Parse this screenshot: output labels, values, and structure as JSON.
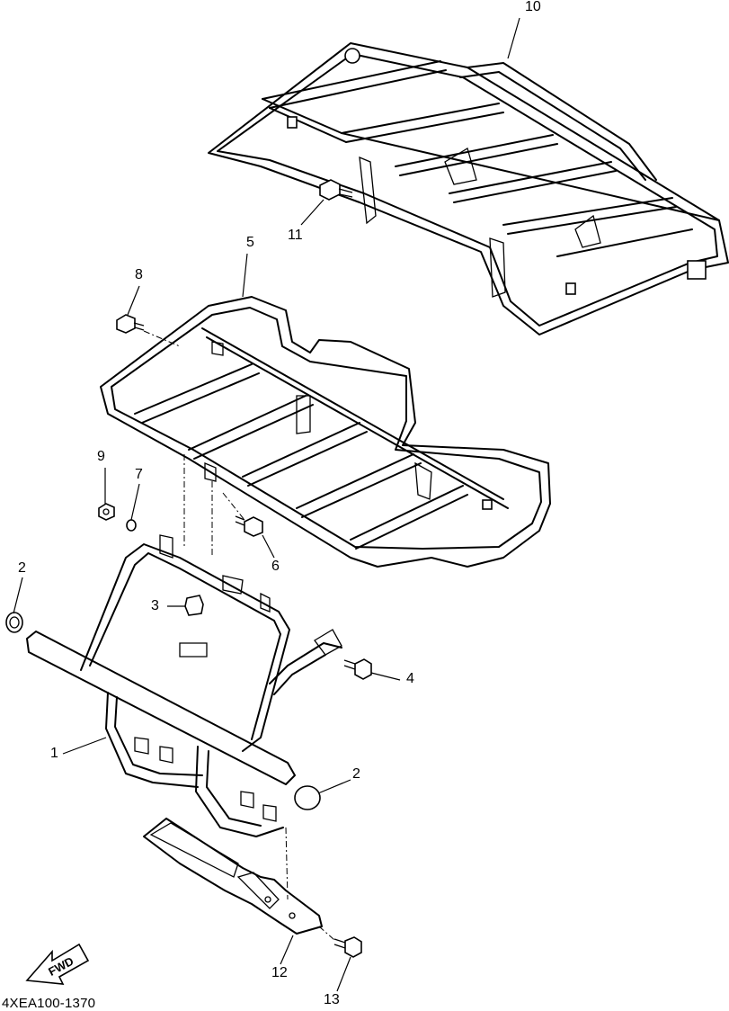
{
  "callouts": [
    {
      "number": "10"
    },
    {
      "number": "11"
    },
    {
      "number": "5"
    },
    {
      "number": "8"
    },
    {
      "number": "9"
    },
    {
      "number": "7"
    },
    {
      "number": "6"
    },
    {
      "number": "2"
    },
    {
      "number": "3"
    },
    {
      "number": "4"
    },
    {
      "number": "1"
    },
    {
      "number": "2"
    },
    {
      "number": "12"
    },
    {
      "number": "13"
    }
  ],
  "direction_arrow": {
    "label": "FWD",
    "icon": "fwd-arrow-icon"
  },
  "diagram_code": "4XEA100-1370"
}
